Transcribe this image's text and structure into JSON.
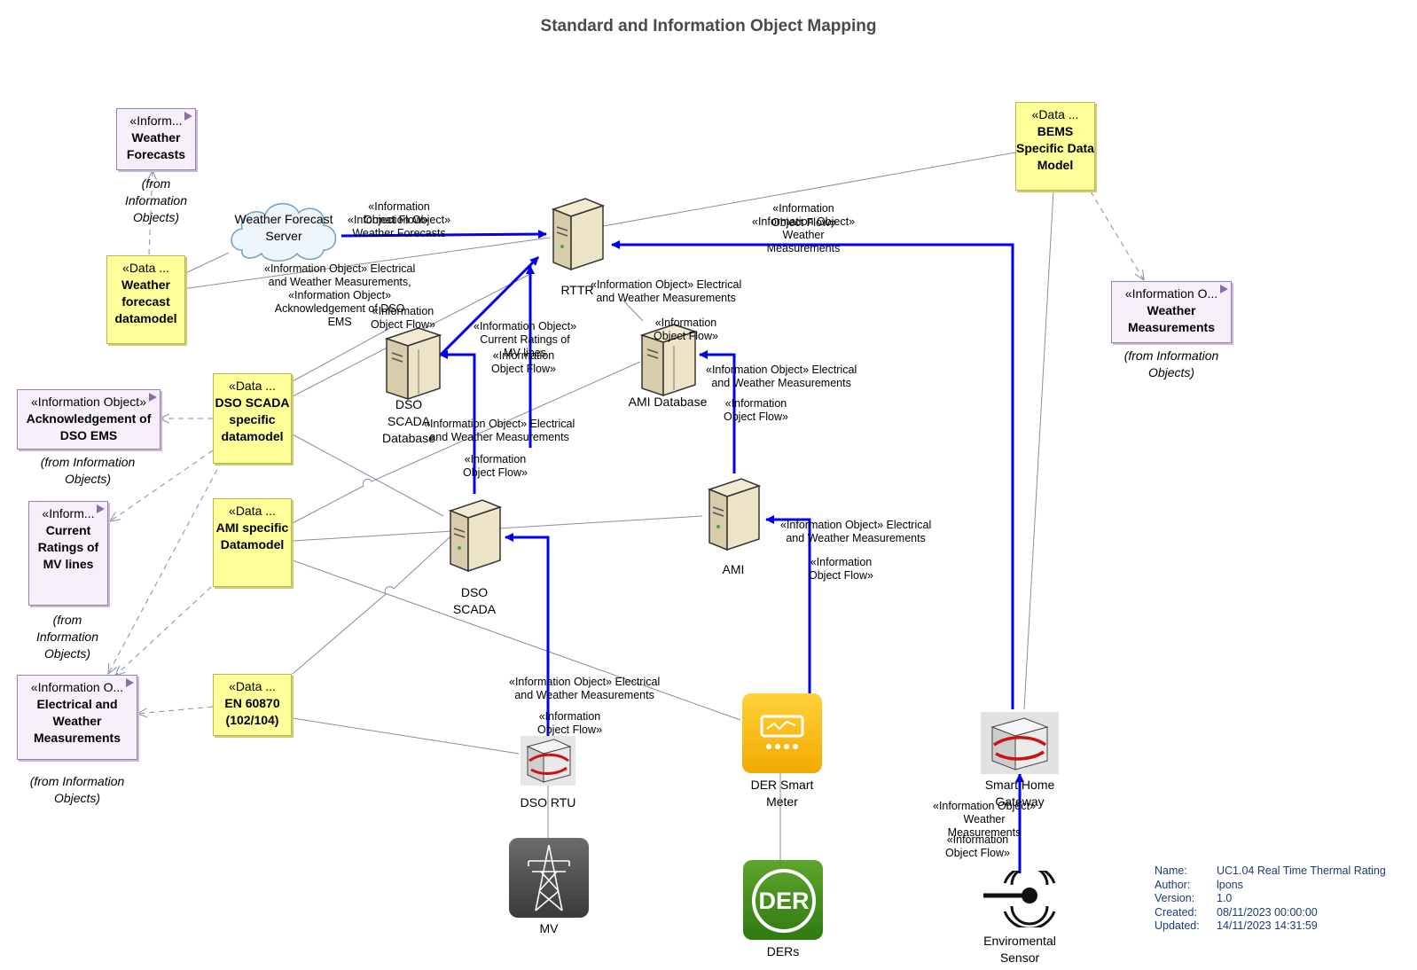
{
  "diagram": {
    "title": "Standard and Information Object Mapping",
    "info_objects": [
      {
        "id": "weather_forecasts",
        "stereotype": "«Inform...",
        "name": "Weather Forecasts",
        "from": "(from Information Objects)"
      },
      {
        "id": "weather_measurements",
        "stereotype": "«Information O...",
        "name": "Weather Measurements",
        "from": "(from Information Objects)"
      },
      {
        "id": "ack_dso_ems",
        "stereotype": "«Information Object»",
        "name": "Acknowledgement of DSO EMS",
        "from": "(from Information Objects)"
      },
      {
        "id": "current_ratings",
        "stereotype": "«Inform...",
        "name": "Current Ratings of MV lines",
        "from": "(from Information Objects)"
      },
      {
        "id": "elec_weather",
        "stereotype": "«Information O...",
        "name": "Electrical and Weather Measurements",
        "from": "(from Information Objects)"
      }
    ],
    "data_models": [
      {
        "id": "bems",
        "stereotype": "«Data ...",
        "name": "BEMS Specific Data Model"
      },
      {
        "id": "weather_forecast_dm",
        "stereotype": "«Data ...",
        "name": "Weather forecast datamodel"
      },
      {
        "id": "dso_scada_dm",
        "stereotype": "«Data ...",
        "name": "DSO SCADA specific datamodel"
      },
      {
        "id": "ami_dm",
        "stereotype": "«Data ...",
        "name": "AMI specific Datamodel"
      },
      {
        "id": "en60870",
        "stereotype": "«Data ...",
        "name": "EN 60870 (102/104)"
      }
    ],
    "nodes": [
      {
        "id": "wfs",
        "label": "Weather Forecast Server",
        "icon": "cloud-icon"
      },
      {
        "id": "rttr",
        "label": "RTTR",
        "icon": "server-icon"
      },
      {
        "id": "dso_scada_db",
        "label": "DSO SCADA Database",
        "icon": "database-server-icon"
      },
      {
        "id": "ami_db",
        "label": "AMI Database",
        "icon": "database-server-icon"
      },
      {
        "id": "dso_scada",
        "label": "DSO SCADA",
        "icon": "server-icon"
      },
      {
        "id": "ami",
        "label": "AMI",
        "icon": "server-icon"
      },
      {
        "id": "dso_rtu",
        "label": "DSO RTU",
        "icon": "rtu-box-icon"
      },
      {
        "id": "der_meter",
        "label": "DER Smart Meter",
        "icon": "smart-meter-icon"
      },
      {
        "id": "gateway",
        "label": "Smart Home Gateway",
        "icon": "gateway-box-icon"
      },
      {
        "id": "mv",
        "label": "MV",
        "icon": "pylon-icon"
      },
      {
        "id": "ders",
        "label": "DERs",
        "icon": "der-icon",
        "badge": "DER"
      },
      {
        "id": "env_sensor",
        "label": "Enviromental Sensor",
        "icon": "sensor-icon"
      }
    ],
    "flow_labels": [
      {
        "id": "f_wfs_a",
        "text": "«Information\n«Information Object»\nWeather Forecasts"
      },
      {
        "id": "f_wfs_b",
        "text": "Object Flow»"
      },
      {
        "id": "f_gw_a",
        "text": "«Information\n«Information Object»\nWeather\nMeasurements"
      },
      {
        "id": "f_gw_b",
        "text": "Object Flow»"
      },
      {
        "id": "f_scadadb_rttr",
        "text": "«Information Object» Electrical\nand Weather Measurements,\n«Information Object»\nAcknowledgement of DSO\nEMS"
      },
      {
        "id": "f_scadadb_rttr_b",
        "text": "«Information\nObject Flow»"
      },
      {
        "id": "f_ratings",
        "text": "«Information Object»\nCurrent Ratings of\nMV lines"
      },
      {
        "id": "f_ratings_b",
        "text": "«Information\nObject Flow»"
      },
      {
        "id": "f_rttr_ami",
        "text": "«Information Object» Electrical\nand Weather Measurements"
      },
      {
        "id": "f_amidb",
        "text": "«Information\nObject Flow»"
      },
      {
        "id": "f_ami_amidb",
        "text": "«Information Object» Electrical\nand Weather Measurements"
      },
      {
        "id": "f_ami_amidb_b",
        "text": "«Information\nObject Flow»"
      },
      {
        "id": "f_scada_db",
        "text": "«Information Object» Electrical\nand Weather Measurements"
      },
      {
        "id": "f_scada_db_b",
        "text": "«Information\nObject Flow»"
      },
      {
        "id": "f_meter_ami",
        "text": "«Information Object» Electrical\nand Weather Measurements"
      },
      {
        "id": "f_meter_ami_b",
        "text": "«Information\nObject Flow»"
      },
      {
        "id": "f_rtu_scada",
        "text": "«Information Object» Electrical\nand Weather Measurements"
      },
      {
        "id": "f_rtu_scada_b",
        "text": "«Information\nObject Flow»"
      },
      {
        "id": "f_sensor_gw",
        "text": "«Information Object»\nWeather\nMeasurements"
      },
      {
        "id": "f_sensor_gw_b",
        "text": "«Information\nObject Flow»"
      }
    ],
    "colors": {
      "flow": "#0000ee",
      "dependency": "#8888aa",
      "info_object_fill": "#f5f0fa",
      "data_model_fill": "#ffff99"
    }
  },
  "info_block": {
    "rows": [
      {
        "key": "Name:",
        "value": "UC1.04 Real Time Thermal Rating"
      },
      {
        "key": "Author:",
        "value": "lpons"
      },
      {
        "key": "Version:",
        "value": "1.0"
      },
      {
        "key": "Created:",
        "value": "08/11/2023 00:00:00"
      },
      {
        "key": "Updated:",
        "value": "14/11/2023 14:31:59"
      }
    ]
  }
}
